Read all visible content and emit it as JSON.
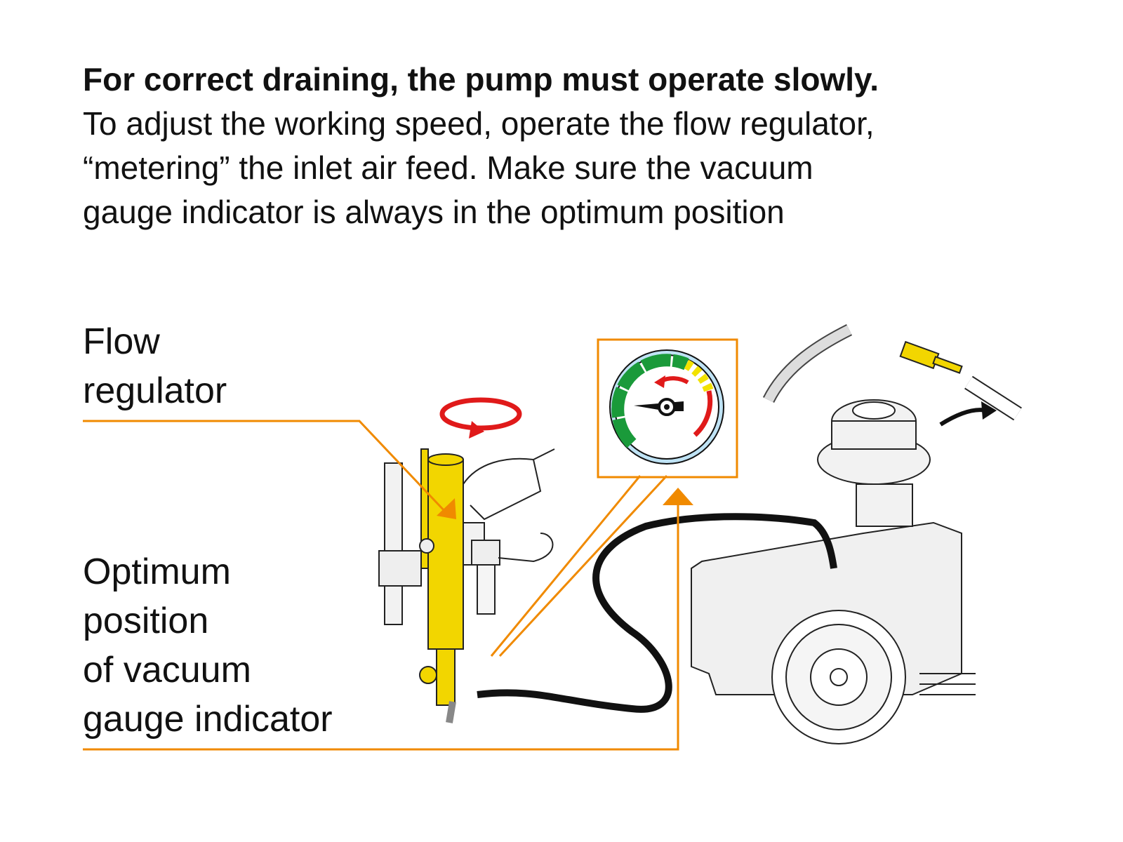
{
  "intro": {
    "lead": "For correct draining, the pump must operate slowly.",
    "lines": [
      "To adjust the working speed, operate the flow regulator,",
      "“metering” the inlet air feed. Make sure the vacuum",
      "gauge indicator is always in the optimum position"
    ]
  },
  "labels": {
    "flow_regulator": [
      "Flow",
      "regulator"
    ],
    "optimum_position": [
      "Optimum",
      "position",
      "of vacuum",
      "gauge indicator"
    ]
  },
  "colors": {
    "callout": "#F08A00",
    "pump_yellow": "#F2D600",
    "gauge_green": "#1A9A3A",
    "gauge_yellow": "#F2E200",
    "gauge_red": "#E01A1A",
    "gauge_rim": "#BFE3F5"
  }
}
